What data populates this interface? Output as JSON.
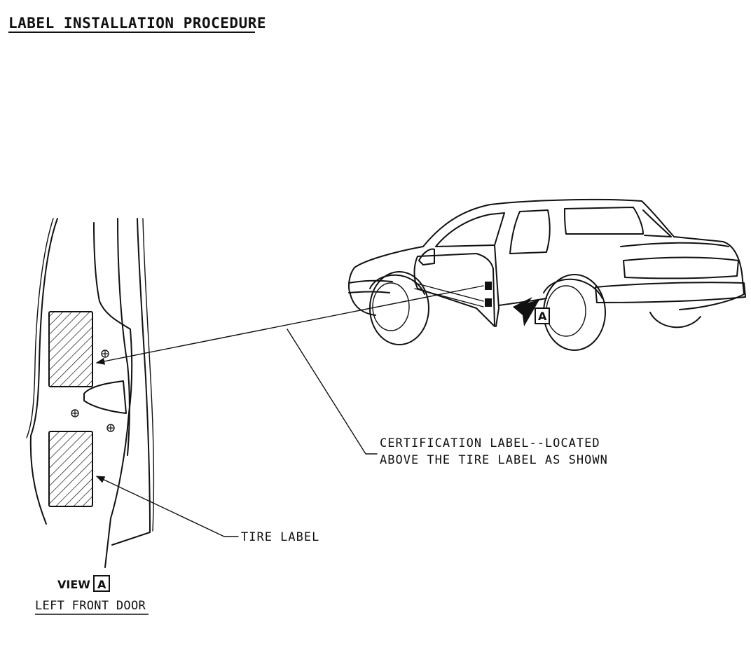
{
  "title": "LABEL INSTALLATION PROCEDURE",
  "callouts": {
    "certification_line1": "CERTIFICATION LABEL--LOCATED",
    "certification_line2": "ABOVE THE TIRE LABEL AS SHOWN",
    "tire_label": "TIRE LABEL"
  },
  "view": {
    "label": "VIEW",
    "letter": "A",
    "caption": "LEFT FRONT DOOR"
  },
  "colors": {
    "ink": "#111111",
    "paper": "#ffffff"
  }
}
